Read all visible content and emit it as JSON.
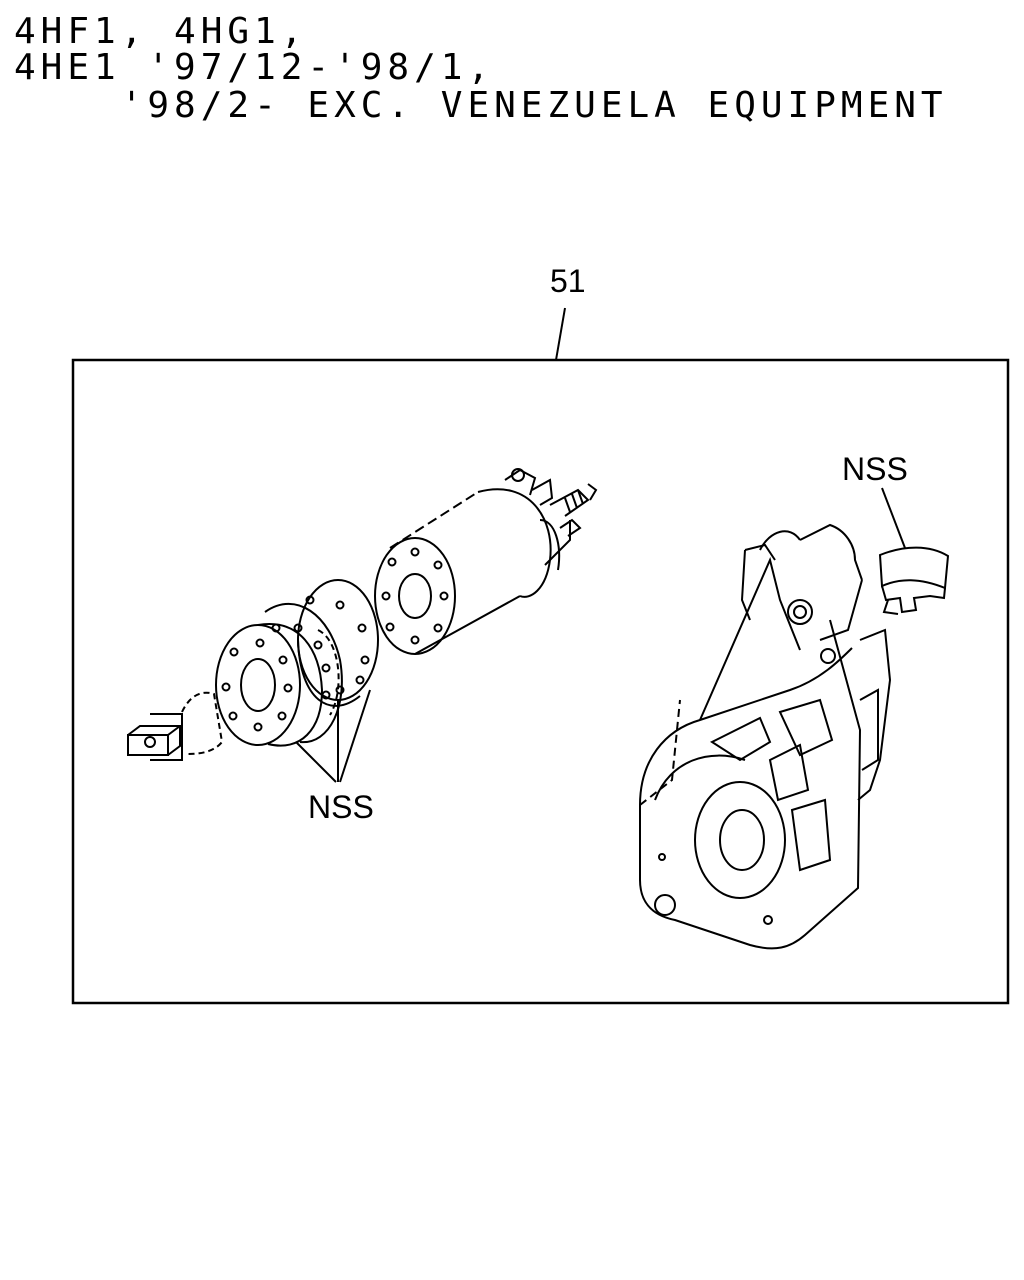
{
  "header": {
    "line1": "4HF1, 4HG1,",
    "line2": "4HE1 '97/12-'98/1,",
    "line3": "    '98/2- EXC. VENEZUELA EQUIPMENT"
  },
  "callouts": {
    "assembly_number": "51",
    "nss_washers": "NSS",
    "nss_bracket": "NSS"
  }
}
